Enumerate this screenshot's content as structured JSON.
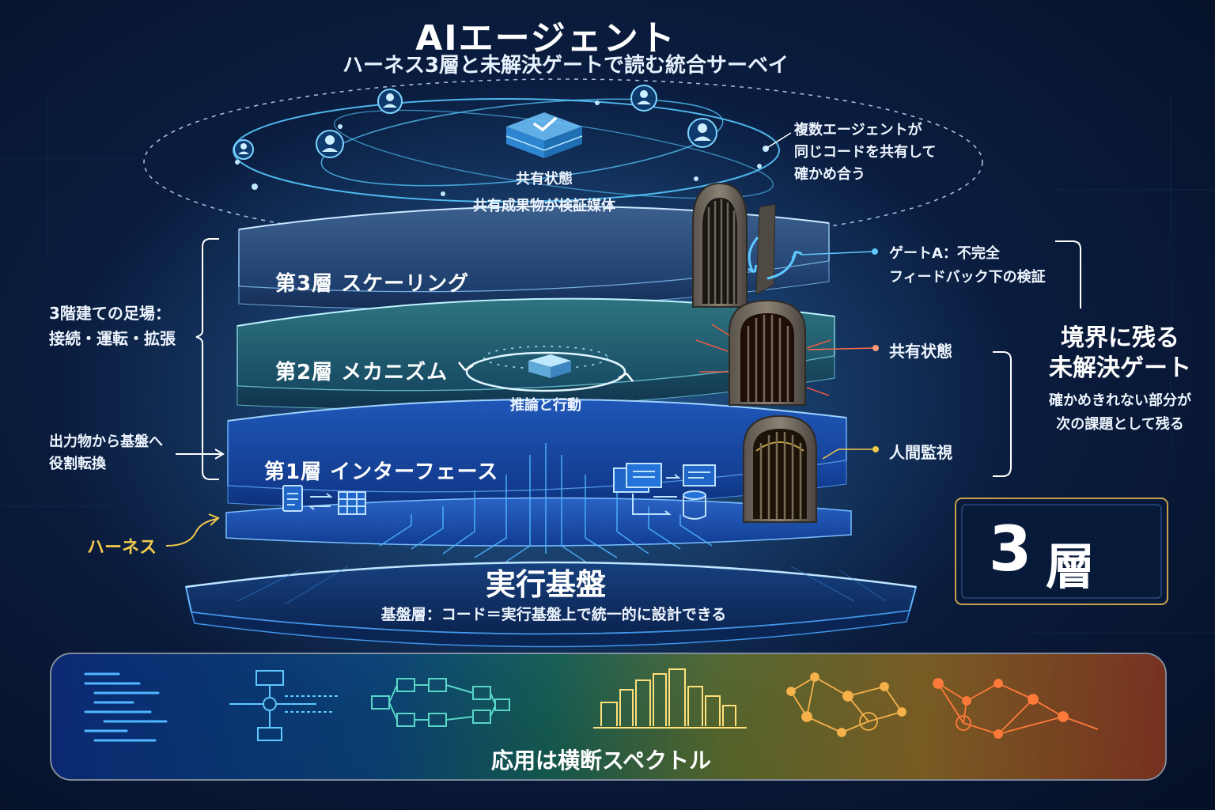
{
  "title": "AIエージェント",
  "subtitle": "ハーネス3層と未解決ゲートで読む統合サーベイ",
  "shared_state_orbit": {
    "title": "共有状態",
    "subtitle": "共有成果物が検証媒体"
  },
  "callout_multi_agent": [
    "複数エージェントが",
    "同じコードを共有して",
    "確かめ合う"
  ],
  "layers": {
    "layer3": "第3層 スケーリング",
    "layer2": "第2層 メカニズム",
    "layer1": "第1層 インターフェース",
    "layer2_cycle": "推論と行動"
  },
  "left_bracket": [
    "3階建ての足場：",
    "接続・運転・拡張"
  ],
  "left_note": [
    "出力物から基盤へ",
    "役割転換"
  ],
  "harness_label": "ハーネス",
  "base": {
    "title": "実行基盤",
    "subtitle": "基盤層：コード＝実行基盤上で統一的に設計できる"
  },
  "gates": {
    "gate_a": [
      "ゲートA：不完全",
      "フィードバック下の検証"
    ],
    "gate_shared": "共有状態",
    "gate_human": "人間監視"
  },
  "right_heading": [
    "境界に残る",
    "未解決ゲート"
  ],
  "right_note": [
    "確かめきれない部分が",
    "次の課題として残る"
  ],
  "badge": {
    "number": "3",
    "unit": "層"
  },
  "spectrum_label": "応用は横断スペクトル",
  "colors": {
    "accent_cyan": "#56c8ff",
    "gold": "#f2c94c",
    "background": "#071530",
    "gate_red": "#ff5a3c"
  }
}
